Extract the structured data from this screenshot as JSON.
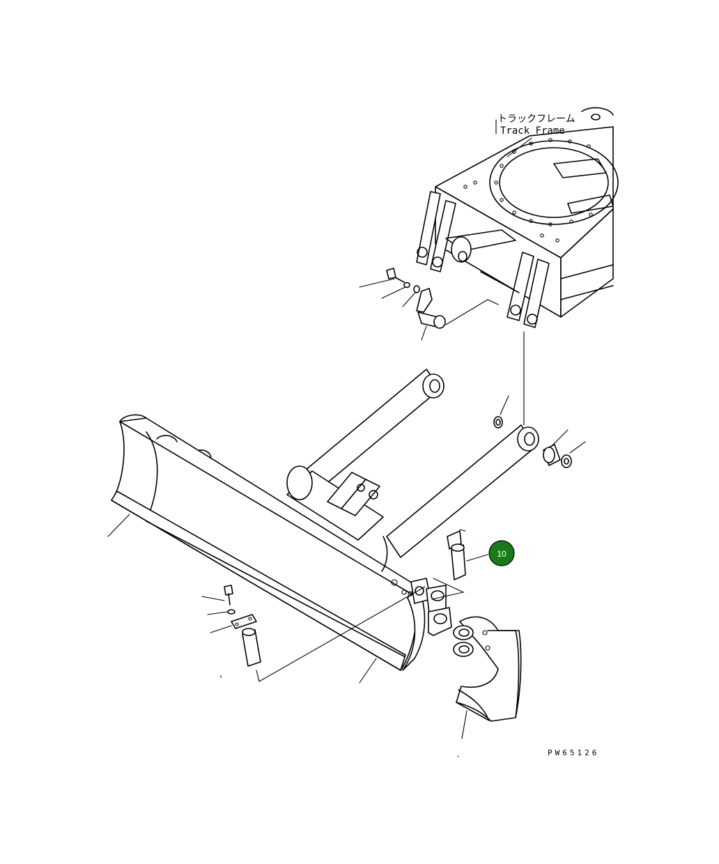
{
  "labels": {
    "track_frame_jp": "トラックフレーム",
    "track_frame_en": "Track Frame",
    "drawing_number": "PW65126"
  },
  "callout": {
    "number": "10",
    "color": "#1a7a1a"
  },
  "icons": {
    "callout_badge": "numbered-circle"
  }
}
